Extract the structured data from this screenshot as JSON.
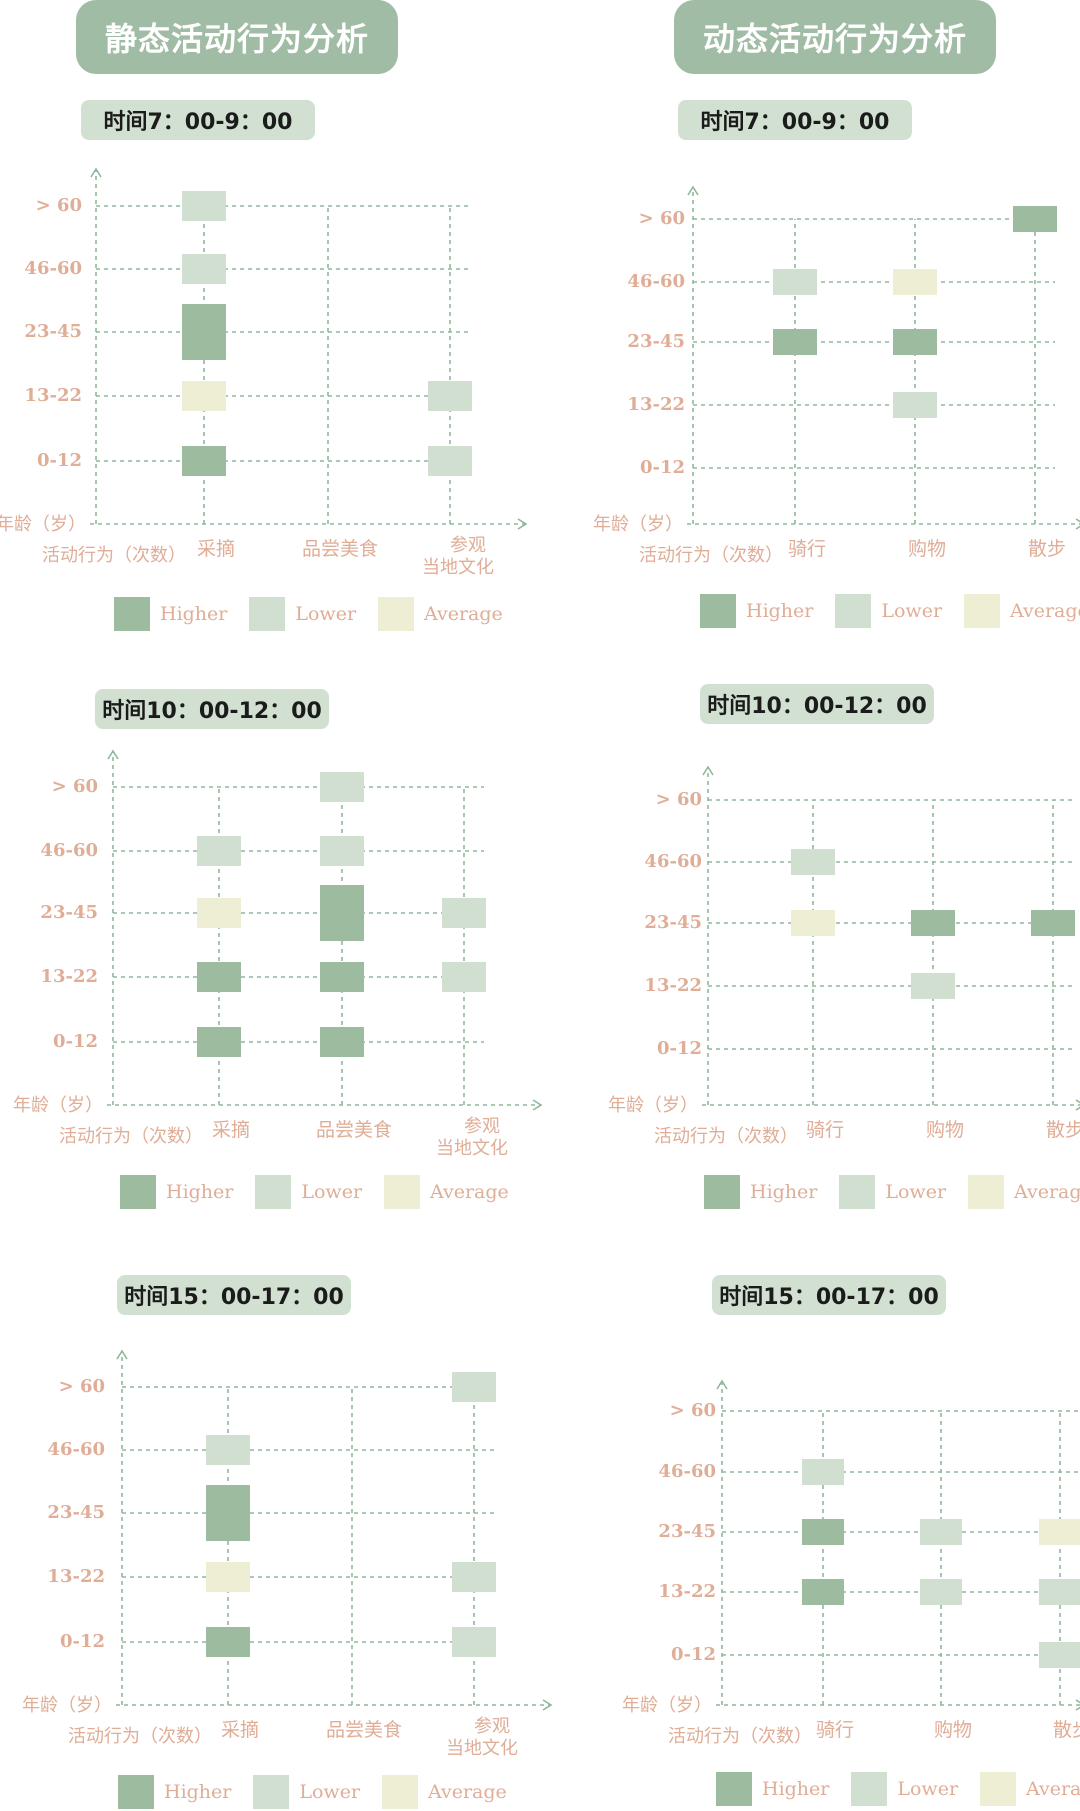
{
  "headers": {
    "static": "静态活动行为分析",
    "dynamic": "动态活动行为分析"
  },
  "colors": {
    "header_bg": "#a1bca4",
    "timebar_bg": "#d1e0d0",
    "higher": "#9dbb9f",
    "lower": "#d0dfcf",
    "average": "#eeeed4",
    "axis_text": "#e0ad97",
    "grid": "#8fb89a"
  },
  "legend": {
    "higher": "Higher",
    "lower": "Lower",
    "average": "Average"
  },
  "axis": {
    "y_title": "年龄（岁）",
    "x_title": "活动行为（次数）",
    "age_groups": [
      "0-12",
      "13-22",
      "23-45",
      "46-60",
      "> 60"
    ]
  },
  "chart_data": [
    {
      "type": "heatmap",
      "group": "static",
      "time": "时间7：00-9：00",
      "categories": [
        "采摘",
        "品尝美食",
        "参观当地文化"
      ],
      "cells": [
        {
          "x": 0,
          "y": 4,
          "level": "lower"
        },
        {
          "x": 0,
          "y": 3,
          "level": "lower"
        },
        {
          "x": 0,
          "y": 2,
          "level": "higher"
        },
        {
          "x": 0,
          "y": 1,
          "level": "average"
        },
        {
          "x": 0,
          "y": 0,
          "level": "higher"
        },
        {
          "x": 2,
          "y": 1,
          "level": "lower"
        },
        {
          "x": 2,
          "y": 0,
          "level": "lower"
        }
      ]
    },
    {
      "type": "heatmap",
      "group": "dynamic",
      "time": "时间7：00-9：00",
      "categories": [
        "骑行",
        "购物",
        "散步"
      ],
      "cells": [
        {
          "x": 0,
          "y": 3,
          "level": "lower"
        },
        {
          "x": 0,
          "y": 2,
          "level": "higher"
        },
        {
          "x": 1,
          "y": 3,
          "level": "average"
        },
        {
          "x": 1,
          "y": 2,
          "level": "higher"
        },
        {
          "x": 1,
          "y": 1,
          "level": "lower"
        },
        {
          "x": 2,
          "y": 4,
          "level": "higher"
        }
      ]
    },
    {
      "type": "heatmap",
      "group": "static",
      "time": "时间10：00-12：00",
      "categories": [
        "采摘",
        "品尝美食",
        "参观当地文化"
      ],
      "cells": [
        {
          "x": 0,
          "y": 3,
          "level": "lower"
        },
        {
          "x": 0,
          "y": 2,
          "level": "average"
        },
        {
          "x": 0,
          "y": 1,
          "level": "higher"
        },
        {
          "x": 0,
          "y": 0,
          "level": "higher"
        },
        {
          "x": 1,
          "y": 4,
          "level": "lower"
        },
        {
          "x": 1,
          "y": 3,
          "level": "lower"
        },
        {
          "x": 1,
          "y": 2,
          "level": "higher"
        },
        {
          "x": 1,
          "y": 1,
          "level": "higher"
        },
        {
          "x": 1,
          "y": 0,
          "level": "higher"
        },
        {
          "x": 2,
          "y": 2,
          "level": "lower"
        },
        {
          "x": 2,
          "y": 1,
          "level": "lower"
        }
      ]
    },
    {
      "type": "heatmap",
      "group": "dynamic",
      "time": "时间10：00-12：00",
      "categories": [
        "骑行",
        "购物",
        "散步"
      ],
      "cells": [
        {
          "x": 0,
          "y": 3,
          "level": "lower"
        },
        {
          "x": 0,
          "y": 2,
          "level": "average"
        },
        {
          "x": 1,
          "y": 2,
          "level": "higher"
        },
        {
          "x": 1,
          "y": 1,
          "level": "lower"
        },
        {
          "x": 2,
          "y": 2,
          "level": "higher"
        }
      ]
    },
    {
      "type": "heatmap",
      "group": "static",
      "time": "时间15：00-17：00",
      "categories": [
        "采摘",
        "品尝美食",
        "参观当地文化"
      ],
      "cells": [
        {
          "x": 0,
          "y": 3,
          "level": "lower"
        },
        {
          "x": 0,
          "y": 2,
          "level": "higher"
        },
        {
          "x": 0,
          "y": 1,
          "level": "average"
        },
        {
          "x": 0,
          "y": 0,
          "level": "higher"
        },
        {
          "x": 2,
          "y": 4,
          "level": "lower"
        },
        {
          "x": 2,
          "y": 1,
          "level": "lower"
        },
        {
          "x": 2,
          "y": 0,
          "level": "lower"
        }
      ]
    },
    {
      "type": "heatmap",
      "group": "dynamic",
      "time": "时间15：00-17：00",
      "categories": [
        "骑行",
        "购物",
        "散步"
      ],
      "cells": [
        {
          "x": 0,
          "y": 3,
          "level": "lower"
        },
        {
          "x": 0,
          "y": 2,
          "level": "higher"
        },
        {
          "x": 0,
          "y": 1,
          "level": "higher"
        },
        {
          "x": 1,
          "y": 2,
          "level": "lower"
        },
        {
          "x": 1,
          "y": 1,
          "level": "lower"
        },
        {
          "x": 2,
          "y": 2,
          "level": "average"
        },
        {
          "x": 2,
          "y": 1,
          "level": "lower"
        },
        {
          "x": 2,
          "y": 0,
          "level": "lower"
        }
      ]
    }
  ]
}
